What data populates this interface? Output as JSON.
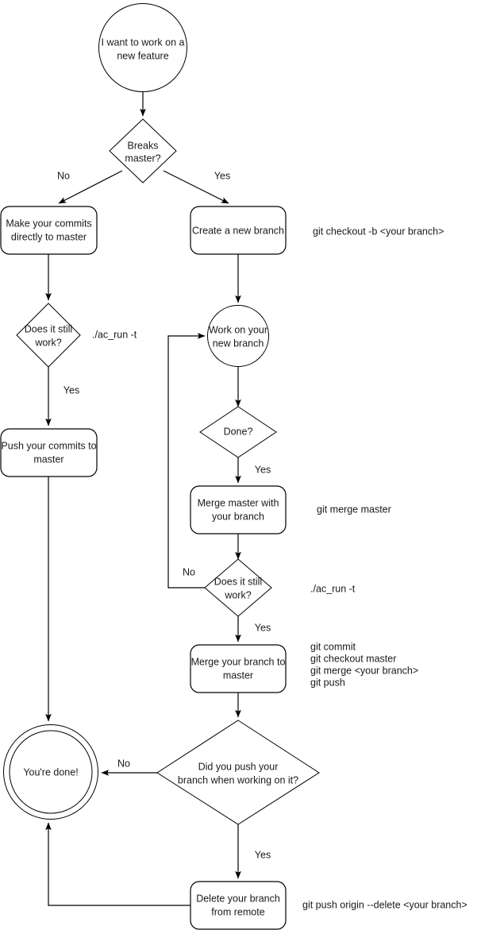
{
  "diagram": {
    "title": "Git feature branch workflow flowchart",
    "background_color": "#ffffff",
    "stroke_color": "#000000",
    "text_color": "#1a1a1a"
  },
  "nodes": {
    "start": {
      "label_line1": "I want to work on a",
      "label_line2": "new feature",
      "shape": "circle"
    },
    "breaks_master": {
      "label_line1": "Breaks",
      "label_line2": "master?",
      "shape": "diamond"
    },
    "commits_to_master": {
      "label_line1": "Make your commits",
      "label_line2": "directly to master",
      "shape": "rounded-rect"
    },
    "create_branch": {
      "label_line1": "Create a new branch",
      "label_line2": "",
      "shape": "rounded-rect"
    },
    "still_work_left": {
      "label_line1": "Does it still",
      "label_line2": "work?",
      "shape": "diamond"
    },
    "work_on_branch": {
      "label_line1": "Work on your",
      "label_line2": "new branch",
      "shape": "circle"
    },
    "push_commits": {
      "label_line1": "Push your commits to",
      "label_line2": "master",
      "shape": "rounded-rect"
    },
    "done_question": {
      "label_line1": "Done?",
      "label_line2": "",
      "shape": "diamond"
    },
    "merge_master_with_branch": {
      "label_line1": "Merge master with",
      "label_line2": "your branch",
      "shape": "rounded-rect"
    },
    "still_work_right": {
      "label_line1": "Does it still",
      "label_line2": "work?",
      "shape": "diamond"
    },
    "merge_branch_to_master": {
      "label_line1": "Merge your branch to",
      "label_line2": "master",
      "shape": "rounded-rect"
    },
    "youre_done": {
      "label_line1": "You're done!",
      "label_line2": "",
      "shape": "double-circle"
    },
    "did_you_push": {
      "label_line1": "Did you push your",
      "label_line2": "branch when working on it?",
      "shape": "diamond"
    },
    "delete_branch": {
      "label_line1": "Delete your branch",
      "label_line2": "from remote",
      "shape": "rounded-rect"
    }
  },
  "edge_labels": {
    "breaks_no": "No",
    "breaks_yes": "Yes",
    "still_work_left_yes": "Yes",
    "done_yes": "Yes",
    "still_work_right_no": "No",
    "still_work_right_yes": "Yes",
    "did_push_no": "No",
    "did_push_yes": "Yes"
  },
  "annotations": {
    "create_branch_cmd": "git checkout -b <your branch>",
    "still_work_left_cmd": "./ac_run -t",
    "merge_master_cmd": "git merge master",
    "still_work_right_cmd": "./ac_run -t",
    "merge_branch_cmd_line1": "git commit",
    "merge_branch_cmd_line2": "git checkout master",
    "merge_branch_cmd_line3": "git merge <your branch>",
    "merge_branch_cmd_line4": "git push",
    "delete_branch_cmd": "git push origin --delete <your branch>"
  }
}
